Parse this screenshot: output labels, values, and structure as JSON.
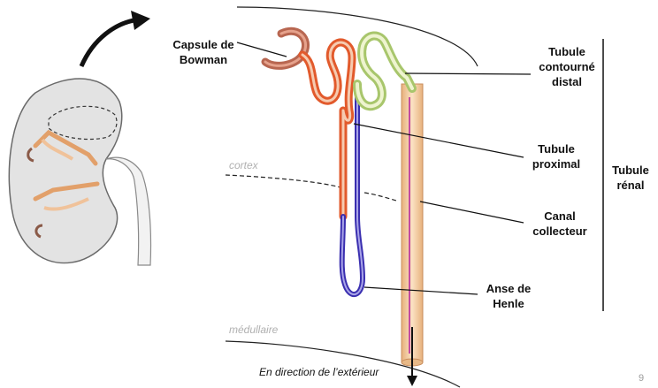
{
  "labels": {
    "bowman_line1": "Capsule de",
    "bowman_line2": "Bowman",
    "distal_line1": "Tubule",
    "distal_line2": "contourné",
    "distal_line3": "distal",
    "proximal_line1": "Tubule",
    "proximal_line2": "proximal",
    "renal_line1": "Tubule",
    "renal_line2": "rénal",
    "collecteur_line1": "Canal",
    "collecteur_line2": "collecteur",
    "henle_line1": "Anse de",
    "henle_line2": "Henle"
  },
  "zones": {
    "cortex": "cortex",
    "medulla": "médullaire"
  },
  "direction": "En direction de l’extérieur",
  "page_number": "9",
  "colors": {
    "proximal_outer": "#e25a2c",
    "proximal_inner": "#f4c8a8",
    "bowman": "#c26a55",
    "distal_outer": "#a8c66c",
    "distal_inner": "#e9f1c4",
    "henle_ascending": "#3a2fb0",
    "collecting_duct": "#f2c79a",
    "collecting_center": "#b6279a",
    "kidney": "#e4e4e4",
    "label_text": "#111111",
    "zone_text": "#b0b0b0"
  }
}
